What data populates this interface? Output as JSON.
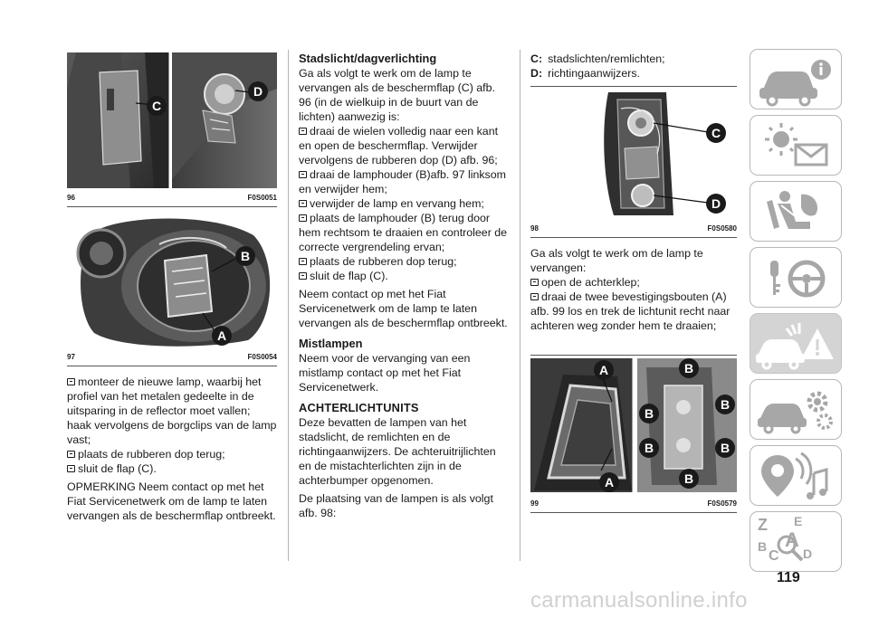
{
  "page_number": "119",
  "watermark": "carmanualsonline.info",
  "figures": {
    "f96": {
      "number": "96",
      "code": "F0S0051",
      "callouts": [
        "C",
        "D"
      ]
    },
    "f97": {
      "number": "97",
      "code": "F0S0054",
      "callouts": [
        "B",
        "A"
      ]
    },
    "f98": {
      "number": "98",
      "code": "F0S0580",
      "callouts": [
        "C",
        "D"
      ]
    },
    "f99": {
      "number": "99",
      "code": "F0S0579",
      "callouts": [
        "A",
        "A",
        "B",
        "B",
        "B",
        "B",
        "B",
        "B"
      ]
    }
  },
  "col1": {
    "bullet1": "monteer de nieuwe lamp, waarbij het profiel van het metalen gedeelte in de uitsparing in de reflector moet vallen; haak vervolgens de borgclips van de lamp vast;",
    "bullet2": "plaats de rubberen dop terug;",
    "bullet3": "sluit de flap (C).",
    "note": "OPMERKING Neem contact op met het Fiat Servicenetwerk om de lamp te laten vervangen als de beschermflap ontbreekt."
  },
  "col2": {
    "heading1": "Stadslicht/dagverlichting",
    "intro": "Ga als volgt te werk om de lamp te vervangen als de beschermflap (C) afb. 96 (in de wielkuip in de buurt van de lichten) aanwezig is:",
    "bullets": [
      "draai de wielen volledig naar een kant en open de beschermflap. Verwijder vervolgens de rubberen dop (D) afb. 96;",
      "draai de lamphouder (B)afb. 97 linksom en verwijder hem;",
      "verwijder de lamp en vervang hem;",
      "plaats de lamphouder (B) terug door hem rechtsom te draaien en controleer de correcte vergrendeling ervan;",
      "plaats de rubberen dop terug;",
      "sluit de flap (C)."
    ],
    "closing": "Neem contact op met het Fiat Servicenetwerk om de lamp te laten vervangen als de beschermflap ontbreekt.",
    "heading2": "Mistlampen",
    "fog": "Neem voor de vervanging van een mistlamp contact op met het Fiat Servicenetwerk.",
    "heading3": "ACHTERLICHTUNITS",
    "rear": "Deze bevatten de lampen van het stadslicht, de remlichten en de richtingaanwijzers. De achteruitrijlichten en de mistachterlichten zijn in de achterbumper opgenomen.",
    "position": "De plaatsing van de lampen is als volgt afb. 98:"
  },
  "col3": {
    "c_label": "C:",
    "c_text": "stadslichten/remlichten;",
    "d_label": "D:",
    "d_text": "richtingaanwijzers.",
    "intro": "Ga als volgt te werk om de lamp te vervangen:",
    "bullet1": "open de achterklep;",
    "bullet2": "draai de twee bevestigingsbouten (A) afb. 99 los en trek de lichtunit recht naar achteren weg zonder hem te draaien;"
  },
  "sidebar": {
    "tabs": [
      {
        "icon": "car-info-icon",
        "active": false
      },
      {
        "icon": "warning-lights-icon",
        "active": false
      },
      {
        "icon": "seat-airbag-icon",
        "active": false
      },
      {
        "icon": "key-steering-icon",
        "active": false
      },
      {
        "icon": "emergency-car-icon",
        "active": true
      },
      {
        "icon": "maintenance-icon",
        "active": false
      },
      {
        "icon": "multimedia-icon",
        "active": false
      },
      {
        "icon": "index-icon",
        "active": false
      }
    ],
    "index_letters": [
      "Z",
      "E",
      "A",
      "B",
      "C",
      "D"
    ]
  },
  "colors": {
    "text": "#1a1a1a",
    "callout": "#1a1a1a",
    "tab_border": "#b7b7b7",
    "tab_active": "#d4d4d4",
    "icon": "#a7a7a7"
  }
}
